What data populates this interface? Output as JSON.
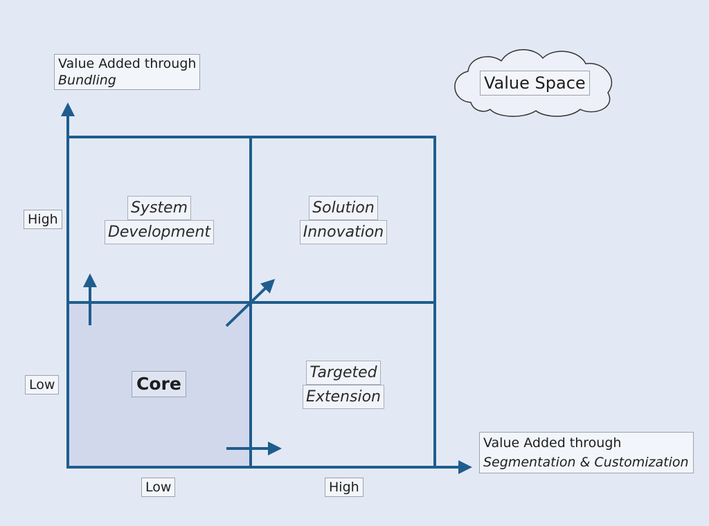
{
  "y_axis": {
    "title_line1": "Value Added through",
    "title_line2": "Bundling",
    "tick_high": "High",
    "tick_low": "Low"
  },
  "x_axis": {
    "title_line1": "Value Added through",
    "title_line2": "Segmentation & Customization",
    "tick_low": "Low",
    "tick_high": "High"
  },
  "cloud": {
    "label": "Value Space"
  },
  "quadrants": {
    "top_left": {
      "line1": "System",
      "line2": "Development"
    },
    "top_right": {
      "line1": "Solution",
      "line2": "Innovation"
    },
    "bottom_left": {
      "label": "Core"
    },
    "bottom_right": {
      "line1": "Targeted",
      "line2": "Extension"
    }
  },
  "colors": {
    "background": "#e3e9f4",
    "line": "#1f5d8e",
    "core_fill": "#d2d8ec"
  }
}
